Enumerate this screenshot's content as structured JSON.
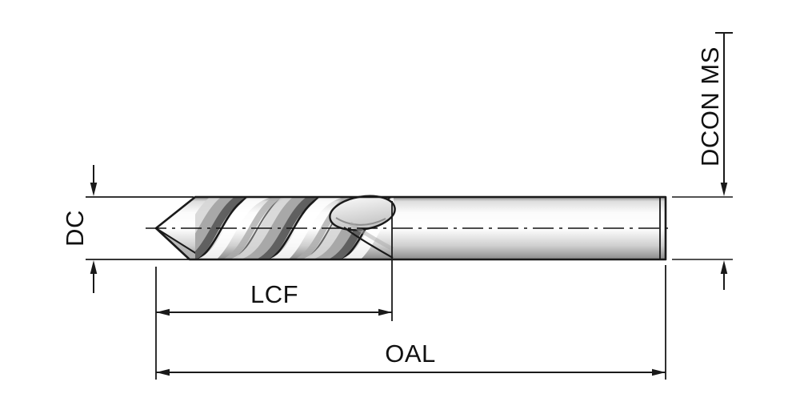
{
  "diagram": {
    "type": "technical-dimension-drawing",
    "subject": "twist-drill-side-view",
    "labels": {
      "dc": "DC",
      "lcf": "LCF",
      "oal": "OAL",
      "dcon": "DCON MS"
    },
    "colors": {
      "line": "#1a1a1a",
      "background": "#ffffff",
      "steel_highlight": "#ffffff",
      "steel_shadow": "#8a8a8a"
    }
  }
}
